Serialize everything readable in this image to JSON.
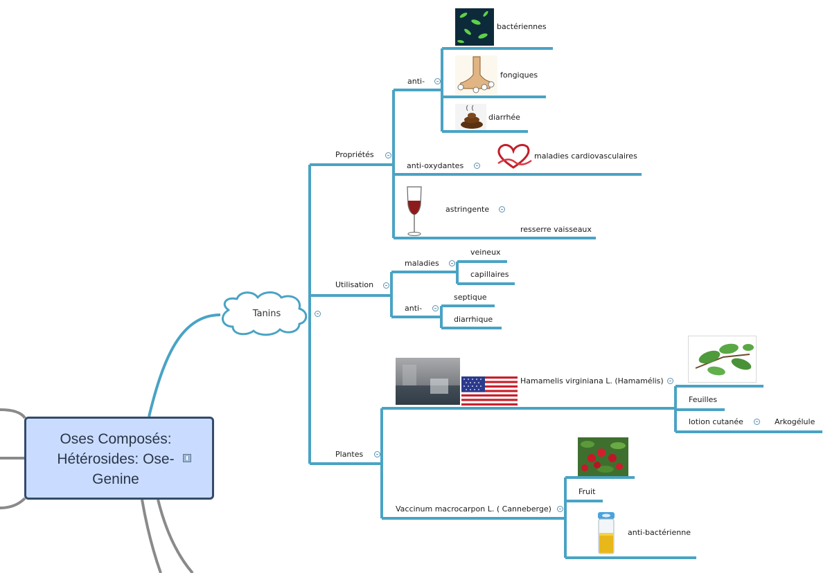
{
  "root": {
    "lines": [
      "Oses Composés:",
      "Hétérosides: Ose-",
      "Genine"
    ]
  },
  "central": {
    "label": "Tanins"
  },
  "proprietes": {
    "label": "Propriétés",
    "anti": {
      "label": "anti-",
      "items": [
        "bactériennes",
        "fongiques",
        "diarrhée"
      ]
    },
    "anti_oxydantes": {
      "label": "anti-oxydantes",
      "child": "maladies cardiovasculaires"
    },
    "astringente": {
      "label": "astringente",
      "child": "resserre vaisseaux"
    }
  },
  "utilisation": {
    "label": "Utilisation",
    "maladies": {
      "label": "maladies",
      "items": [
        "veineux",
        "capillaires"
      ]
    },
    "anti": {
      "label": "anti-",
      "items": [
        "septique",
        "diarrhique"
      ]
    }
  },
  "plantes": {
    "label": "Plantes",
    "hamamelis": {
      "label": "Hamamelis virginiana L. (Hamamélis)",
      "feuilles": "Feuilles",
      "lotion": "lotion cutanée",
      "arkogelule": "Arkogélule"
    },
    "vaccinium": {
      "label": "Vaccinum macrocarpon  L. ( Canneberge)",
      "fruit": "Fruit",
      "anti_bacterienne": "anti-bactérienne"
    }
  },
  "icons": [
    "bacteria-image",
    "foot-fungus-image",
    "diarrhea-image",
    "heart-ribbon-image",
    "wine-glass-image",
    "bath-image",
    "usa-flag-image",
    "hamamelis-leaves-image",
    "cranberry-image",
    "urine-sample-image"
  ],
  "colors": {
    "branch": "#4aa3c4",
    "root_fill": "#c9dcff",
    "root_border": "#334a6a",
    "left_lines": "#8a8a8a"
  }
}
